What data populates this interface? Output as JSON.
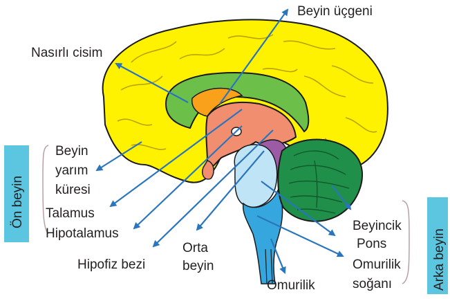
{
  "labels": {
    "beyin_ucgeni": "Beyin üçgeni",
    "nasirli_cisim": "Nasırlı cisim",
    "beyin_yarim_kuresi": [
      "Beyin",
      "yarım",
      "küresi"
    ],
    "talamus": "Talamus",
    "hipotalamus": "Hipotalamus",
    "hipofiz_bezi": "Hipofiz bezi",
    "orta_beyin": [
      "Orta",
      "beyin"
    ],
    "omurilik": "Omurilik",
    "beyincik": "Beyincik",
    "pons": "Pons",
    "omurilik_sogani": [
      "Omurilik",
      "soğanı"
    ]
  },
  "groups": {
    "on_beyin": "Ön beyin",
    "arka_beyin": "Arka beyin"
  },
  "colors": {
    "cerebrum": "#fff200",
    "corpus_callosum": "#6cc04a",
    "thalamus": "#f08e6f",
    "fornix": "#f9a11b",
    "midbrain": "#9b5ba5",
    "pons": "#bfe4f6",
    "medulla": "#35a6de",
    "cerebellum": "#1f8f4a",
    "arrow": "#2a75bc",
    "group_box": "#5cc6e0"
  }
}
